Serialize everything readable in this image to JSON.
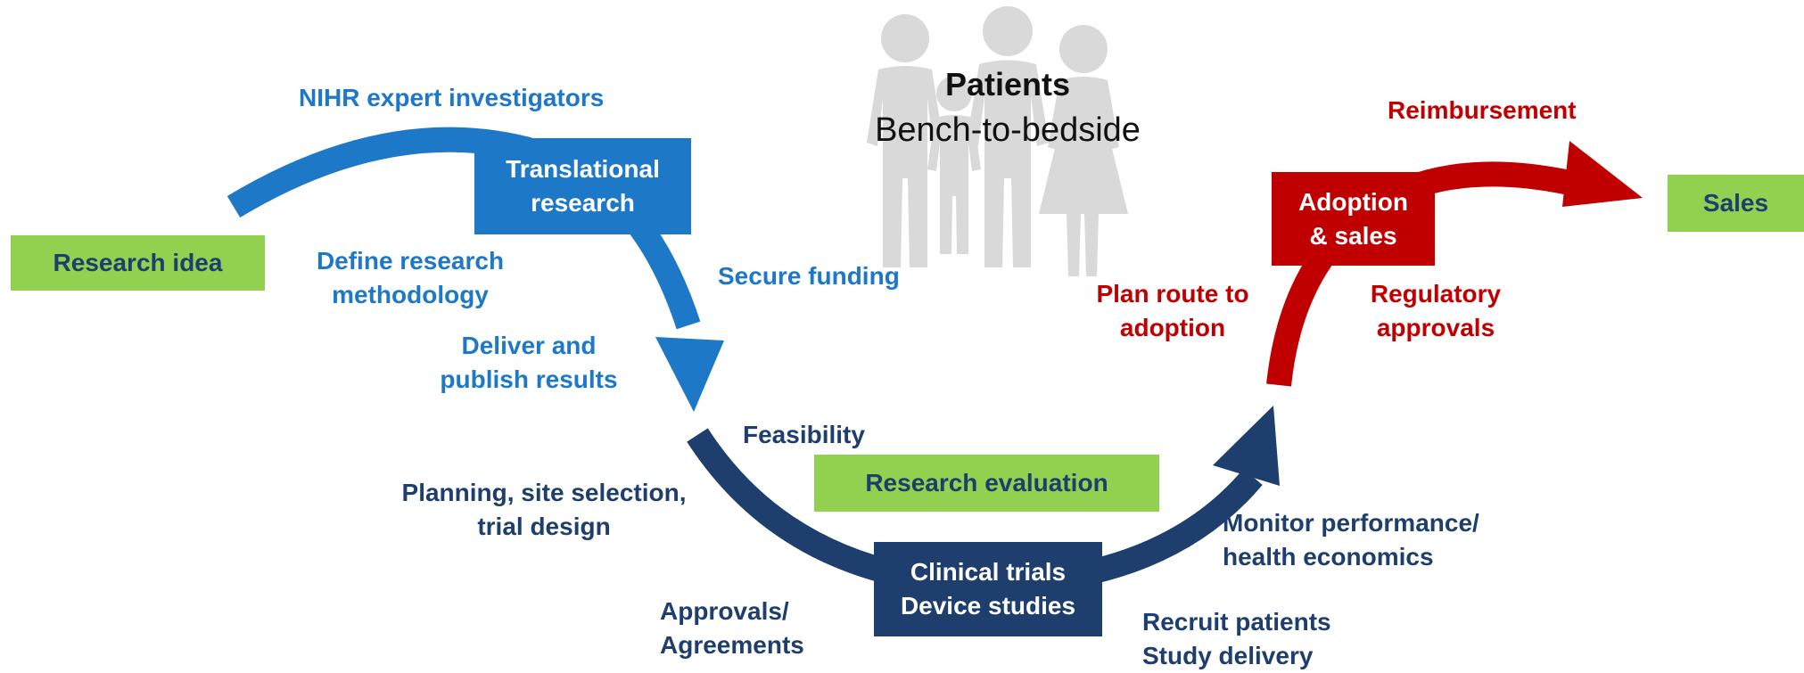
{
  "colors": {
    "light_blue": "#1e78c8",
    "dark_blue": "#1e3e6e",
    "red": "#c00000",
    "green": "#92d050",
    "silhouette": "#d9d9d9"
  },
  "icons": {
    "patients": "family-silhouette-icon"
  },
  "boxes": {
    "research_idea": "Research idea",
    "translational_line1": "Translational",
    "translational_line2": "research",
    "research_evaluation": "Research evaluation",
    "clinical_line1": "Clinical trials",
    "clinical_line2": "Device studies",
    "adoption_line1": "Adoption",
    "adoption_line2": "& sales",
    "sales": "Sales"
  },
  "header": {
    "title": "Patients",
    "subtitle": "Bench-to-bedside"
  },
  "labels": {
    "nihr": "NIHR expert investigators",
    "define_line1": "Define research",
    "define_line2": "methodology",
    "secure_funding": "Secure funding",
    "deliver_line1": "Deliver and",
    "deliver_line2": "publish results",
    "feasibility": "Feasibility",
    "planning_line1": "Planning, site selection,",
    "planning_line2": "trial design",
    "approvals_line1": "Approvals/",
    "approvals_line2": "Agreements",
    "recruit_line1": "Recruit patients",
    "recruit_line2": "Study delivery",
    "monitor_line1": "Monitor performance/",
    "monitor_line2": "health economics",
    "plan_route_line1": "Plan route to",
    "plan_route_line2": "adoption",
    "regulatory_line1": "Regulatory",
    "regulatory_line2": "approvals",
    "reimbursement": "Reimbursement"
  }
}
